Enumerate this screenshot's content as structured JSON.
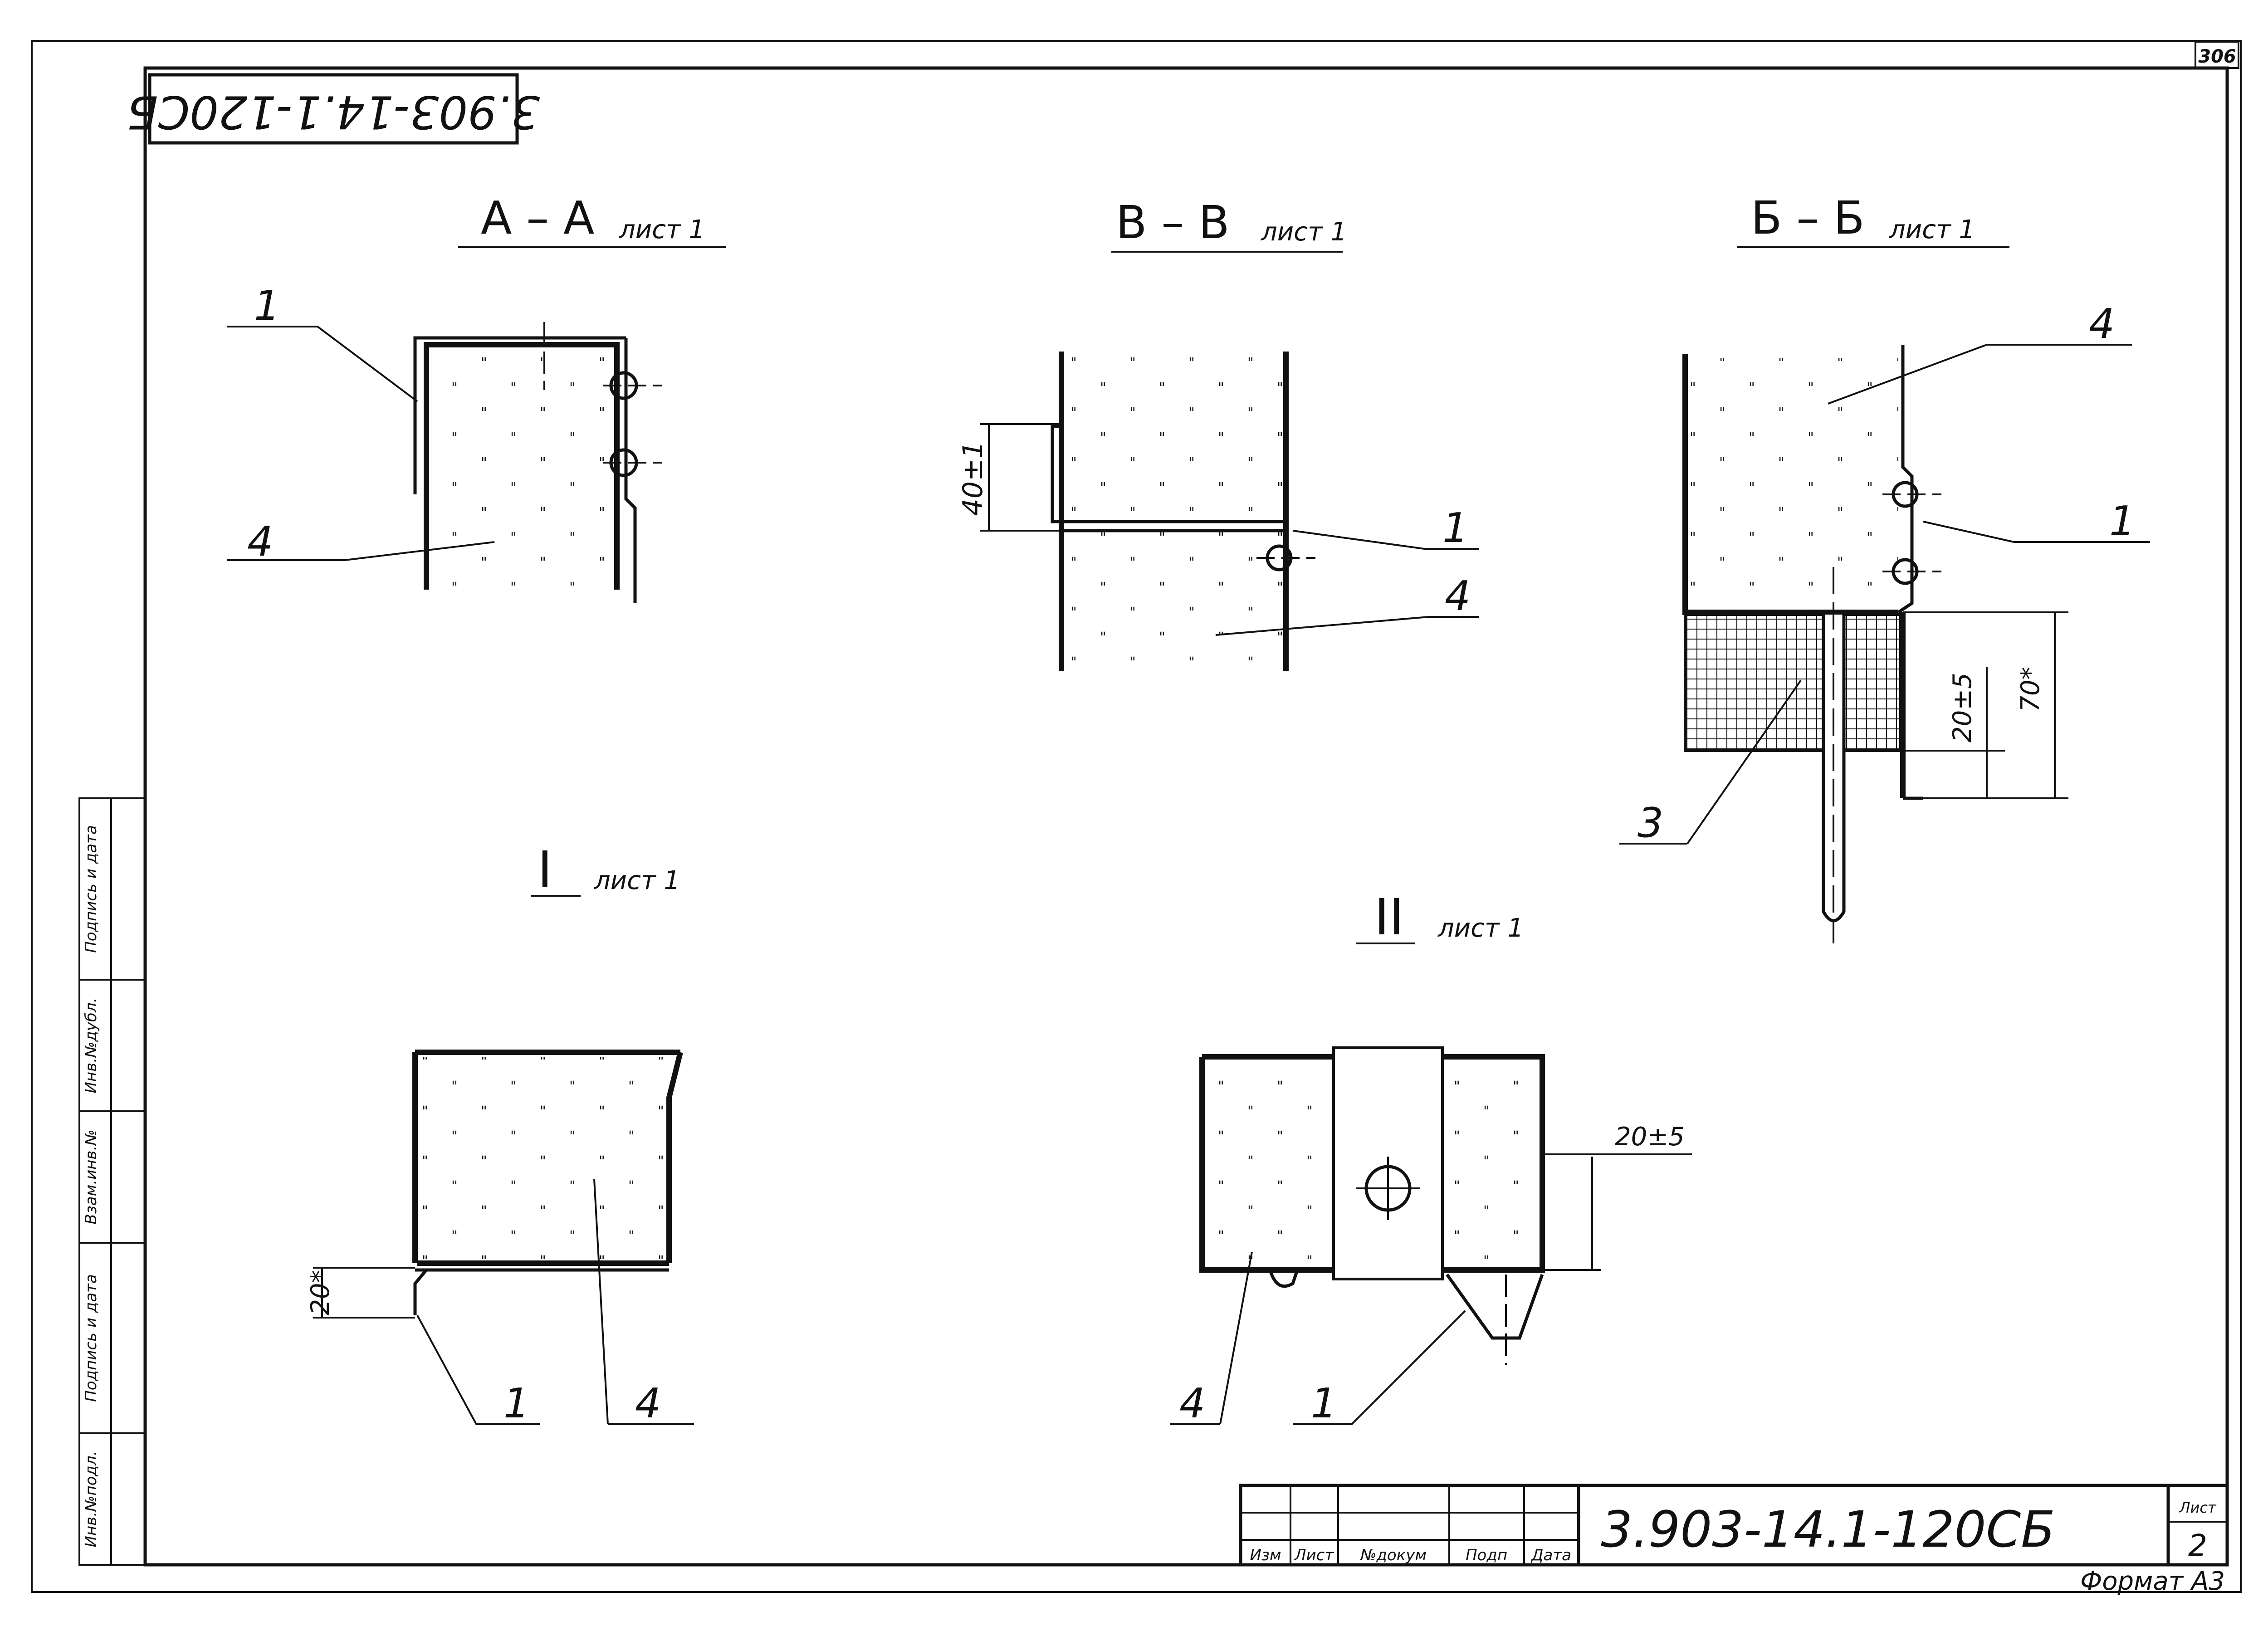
{
  "sheet": {
    "stamp_number": "3.903-14.1-120СБ",
    "corner_page": "306",
    "format_label": "Формат А3",
    "sheet_header": "Лист",
    "sheet_number": "2"
  },
  "views": {
    "aa": {
      "title": "А – А",
      "ref": "лист 1"
    },
    "vv": {
      "title": "В – В",
      "ref": "лист 1"
    },
    "bb": {
      "title": "Б – Б",
      "ref": "лист 1"
    },
    "one": {
      "title": "I",
      "ref": "лист 1"
    },
    "two": {
      "title": "II",
      "ref": "лист 1"
    }
  },
  "callouts": {
    "aa_1": "1",
    "aa_4": "4",
    "vv_1": "1",
    "vv_4": "4",
    "bb_4": "4",
    "bb_1": "1",
    "bb_3": "3",
    "one_1": "1",
    "one_4": "4",
    "two_4": "4",
    "two_1": "1"
  },
  "dimensions": {
    "vv_overlap": "40±1",
    "bb_inner": "20±5",
    "bb_outer": "70*",
    "one_flange": "20*",
    "two_gap": "20±5"
  },
  "title_block": {
    "designation": "3.903-14.1-120СБ",
    "headers": [
      "Изм",
      "Лист",
      "№докум",
      "Подп",
      "Дата"
    ]
  },
  "side_stamp": {
    "fields": [
      "Инв.№подл.",
      "Подпись и дата",
      "Взам.инв.№",
      "Инв.№дубл.",
      "Подпись и дата"
    ]
  }
}
